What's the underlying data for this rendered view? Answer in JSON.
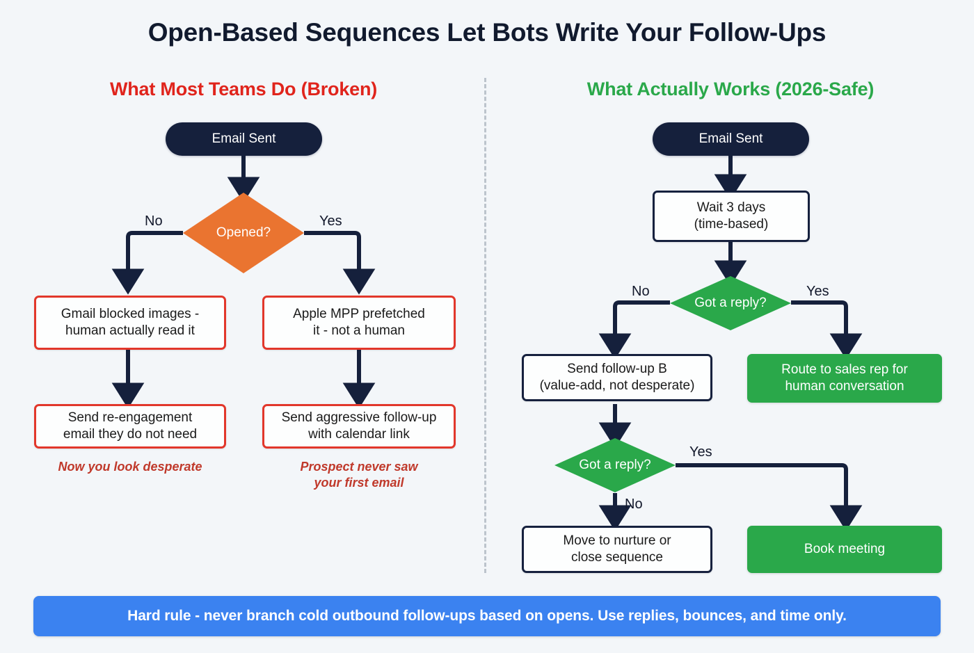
{
  "title": "Open-Based Sequences Let Bots Write Your Follow-Ups",
  "columns": {
    "left": {
      "heading": "What Most Teams Do (Broken)",
      "color": "#e0241c"
    },
    "right": {
      "heading": "What Actually Works (2026-Safe)",
      "color": "#2aa84a"
    }
  },
  "left_flow": {
    "start": "Email Sent",
    "decision": "Opened?",
    "decision_color": "#ea7430",
    "branch_no_label": "No",
    "branch_yes_label": "Yes",
    "no_outcome": "Gmail blocked images -\nhuman actually read it",
    "yes_outcome": "Apple MPP prefetched\nit - not a human",
    "no_action": "Send re-engagement\nemail they do not need",
    "yes_action": "Send aggressive follow-up\nwith calendar link",
    "no_caption": "Now you look desperate",
    "yes_caption": "Prospect never saw\nyour first email",
    "box_border_color": "#e2372b"
  },
  "right_flow": {
    "start": "Email Sent",
    "wait": "Wait 3 days\n(time-based)",
    "decision_1": "Got a reply?",
    "decision_1_no_label": "No",
    "decision_1_yes_label": "Yes",
    "decision_1_no_target": "Send follow-up B\n(value-add, not desperate)",
    "decision_1_yes_target": "Route to sales rep for\nhuman conversation",
    "decision_2": "Got a reply?",
    "decision_2_yes_label": "Yes",
    "decision_2_no_label": "No",
    "decision_2_no_target": "Move to nurture or\nclose sequence",
    "decision_2_yes_target": "Book meeting",
    "decision_color": "#2aa84a",
    "success_color": "#2aa84a",
    "box_border_color": "#16213e"
  },
  "footer": {
    "text": "Hard rule - never branch cold outbound follow-ups based on opens. Use replies, bounces, and time only.",
    "background": "#3b82f0"
  },
  "theme": {
    "page_background": "#f3f6f9",
    "ink": "#15203c",
    "divider": "#bcc4cc"
  }
}
